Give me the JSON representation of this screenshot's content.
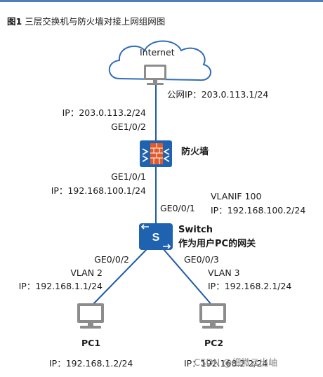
{
  "figure": {
    "number": "图1",
    "title": "三层交换机与防火墙对接上网组网图"
  },
  "internet": {
    "cloud_label": "Internet",
    "public_ip": "公网IP：203.0.113.1/24"
  },
  "firewall": {
    "label": "防火墙",
    "uplink_ip": "IP：203.0.113.2/24",
    "uplink_port": "GE1/0/2",
    "downlink_port": "GE1/0/1",
    "downlink_ip": "IP：192.168.100.1/24"
  },
  "switch": {
    "name": "Switch",
    "role": "作为用户PC的网关",
    "uplink_port": "GE0/0/1",
    "vlanif": "VLANIF 100",
    "vlanif_ip": "IP：192.168.100.2/24",
    "left_port": "GE0/0/2",
    "left_vlan": "VLAN 2",
    "left_ip": "IP：192.168.1.1/24",
    "right_port": "GE0/0/3",
    "right_vlan": "VLAN 3",
    "right_ip": "IP：192.168.2.1/24"
  },
  "pc1": {
    "name": "PC1",
    "ip": "IP：192.168.1.2/24"
  },
  "pc2": {
    "name": "PC2",
    "ip": "IP：192.168.2.2/24"
  },
  "watermark": "CSDN @细微云出岫",
  "colors": {
    "link": "#1e5aa8",
    "device_blue": "#1e62b0",
    "firewall_brick": "#e05a2a",
    "cloud_outline": "#2f6db7",
    "title_rule": "#4e7fb8"
  }
}
